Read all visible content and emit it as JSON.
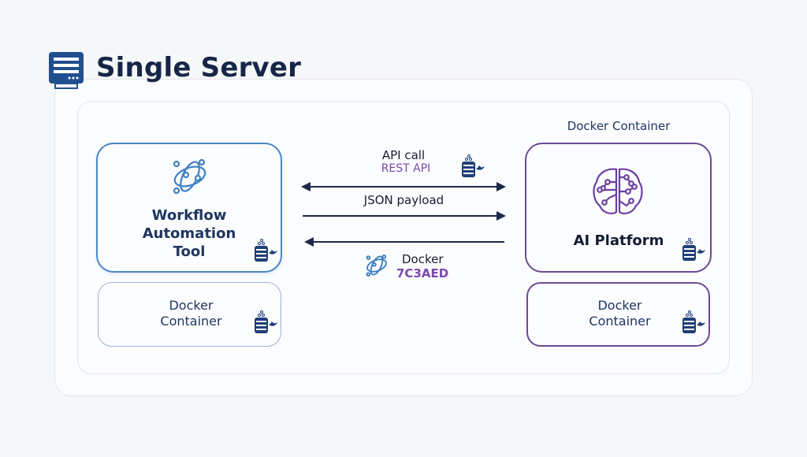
{
  "title": "Single Server",
  "left": {
    "app_label": "Workflow Automation Tool",
    "container_label": "Docker Container"
  },
  "right": {
    "top_label": "Docker Container",
    "app_label": "AI Platform",
    "container_label": "Docker Container"
  },
  "connections": {
    "api_call": "API call",
    "rest_api": "REST API",
    "json_payload": "JSON payload",
    "docker": "Docker",
    "color_code": "7C3AED"
  },
  "colors": {
    "blue": "#4a86c5",
    "purple": "#6b4a93",
    "navy": "#1b2a4a",
    "accent": "#7a48ad"
  },
  "icons": [
    "server-icon",
    "workflow-network-icon",
    "ai-brain-icon",
    "docker-server-icon"
  ]
}
